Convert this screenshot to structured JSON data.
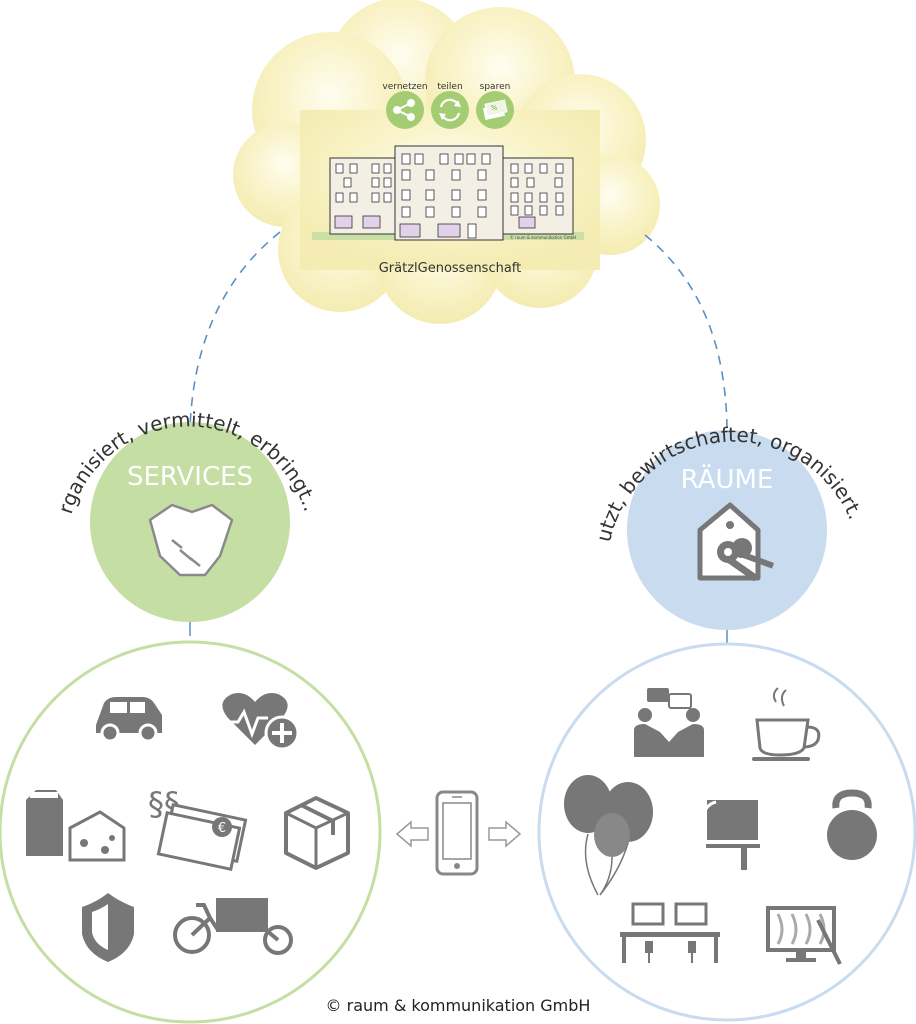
{
  "cloud": {
    "badges": [
      "vernetzen",
      "teilen",
      "sparen"
    ],
    "building_credit": "© raum & kommunikation GmbH",
    "title": "GrätzlGenossenschaft"
  },
  "services": {
    "title": "SERVICES",
    "arc_text": "organisiert, vermittelt, erbringt..."
  },
  "raeume": {
    "title": "RÄUME",
    "arc_text": "nutzt, bewirtschaftet, organisiert..."
  },
  "colors": {
    "cloud": "#f7f0bb",
    "services_green": "#c5dea4",
    "raeume_blue": "#c9dbef",
    "icon_gray": "#777777",
    "dash_blue": "#5a8fc8"
  },
  "icons": {
    "services_circle": [
      "car-icon",
      "heart-plus-icon",
      "groceries-icon",
      "money-paragraph-icon",
      "package-icon",
      "shield-icon",
      "cargo-bike-icon"
    ],
    "raeume_circle": [
      "meeting-icon",
      "coffee-cup-icon",
      "balloons-icon",
      "jigsaw-icon",
      "kettlebell-icon",
      "coworking-desk-icon",
      "screen-icon"
    ],
    "center": "smartphone-icon"
  },
  "footer": "© raum & kommunikation GmbH"
}
